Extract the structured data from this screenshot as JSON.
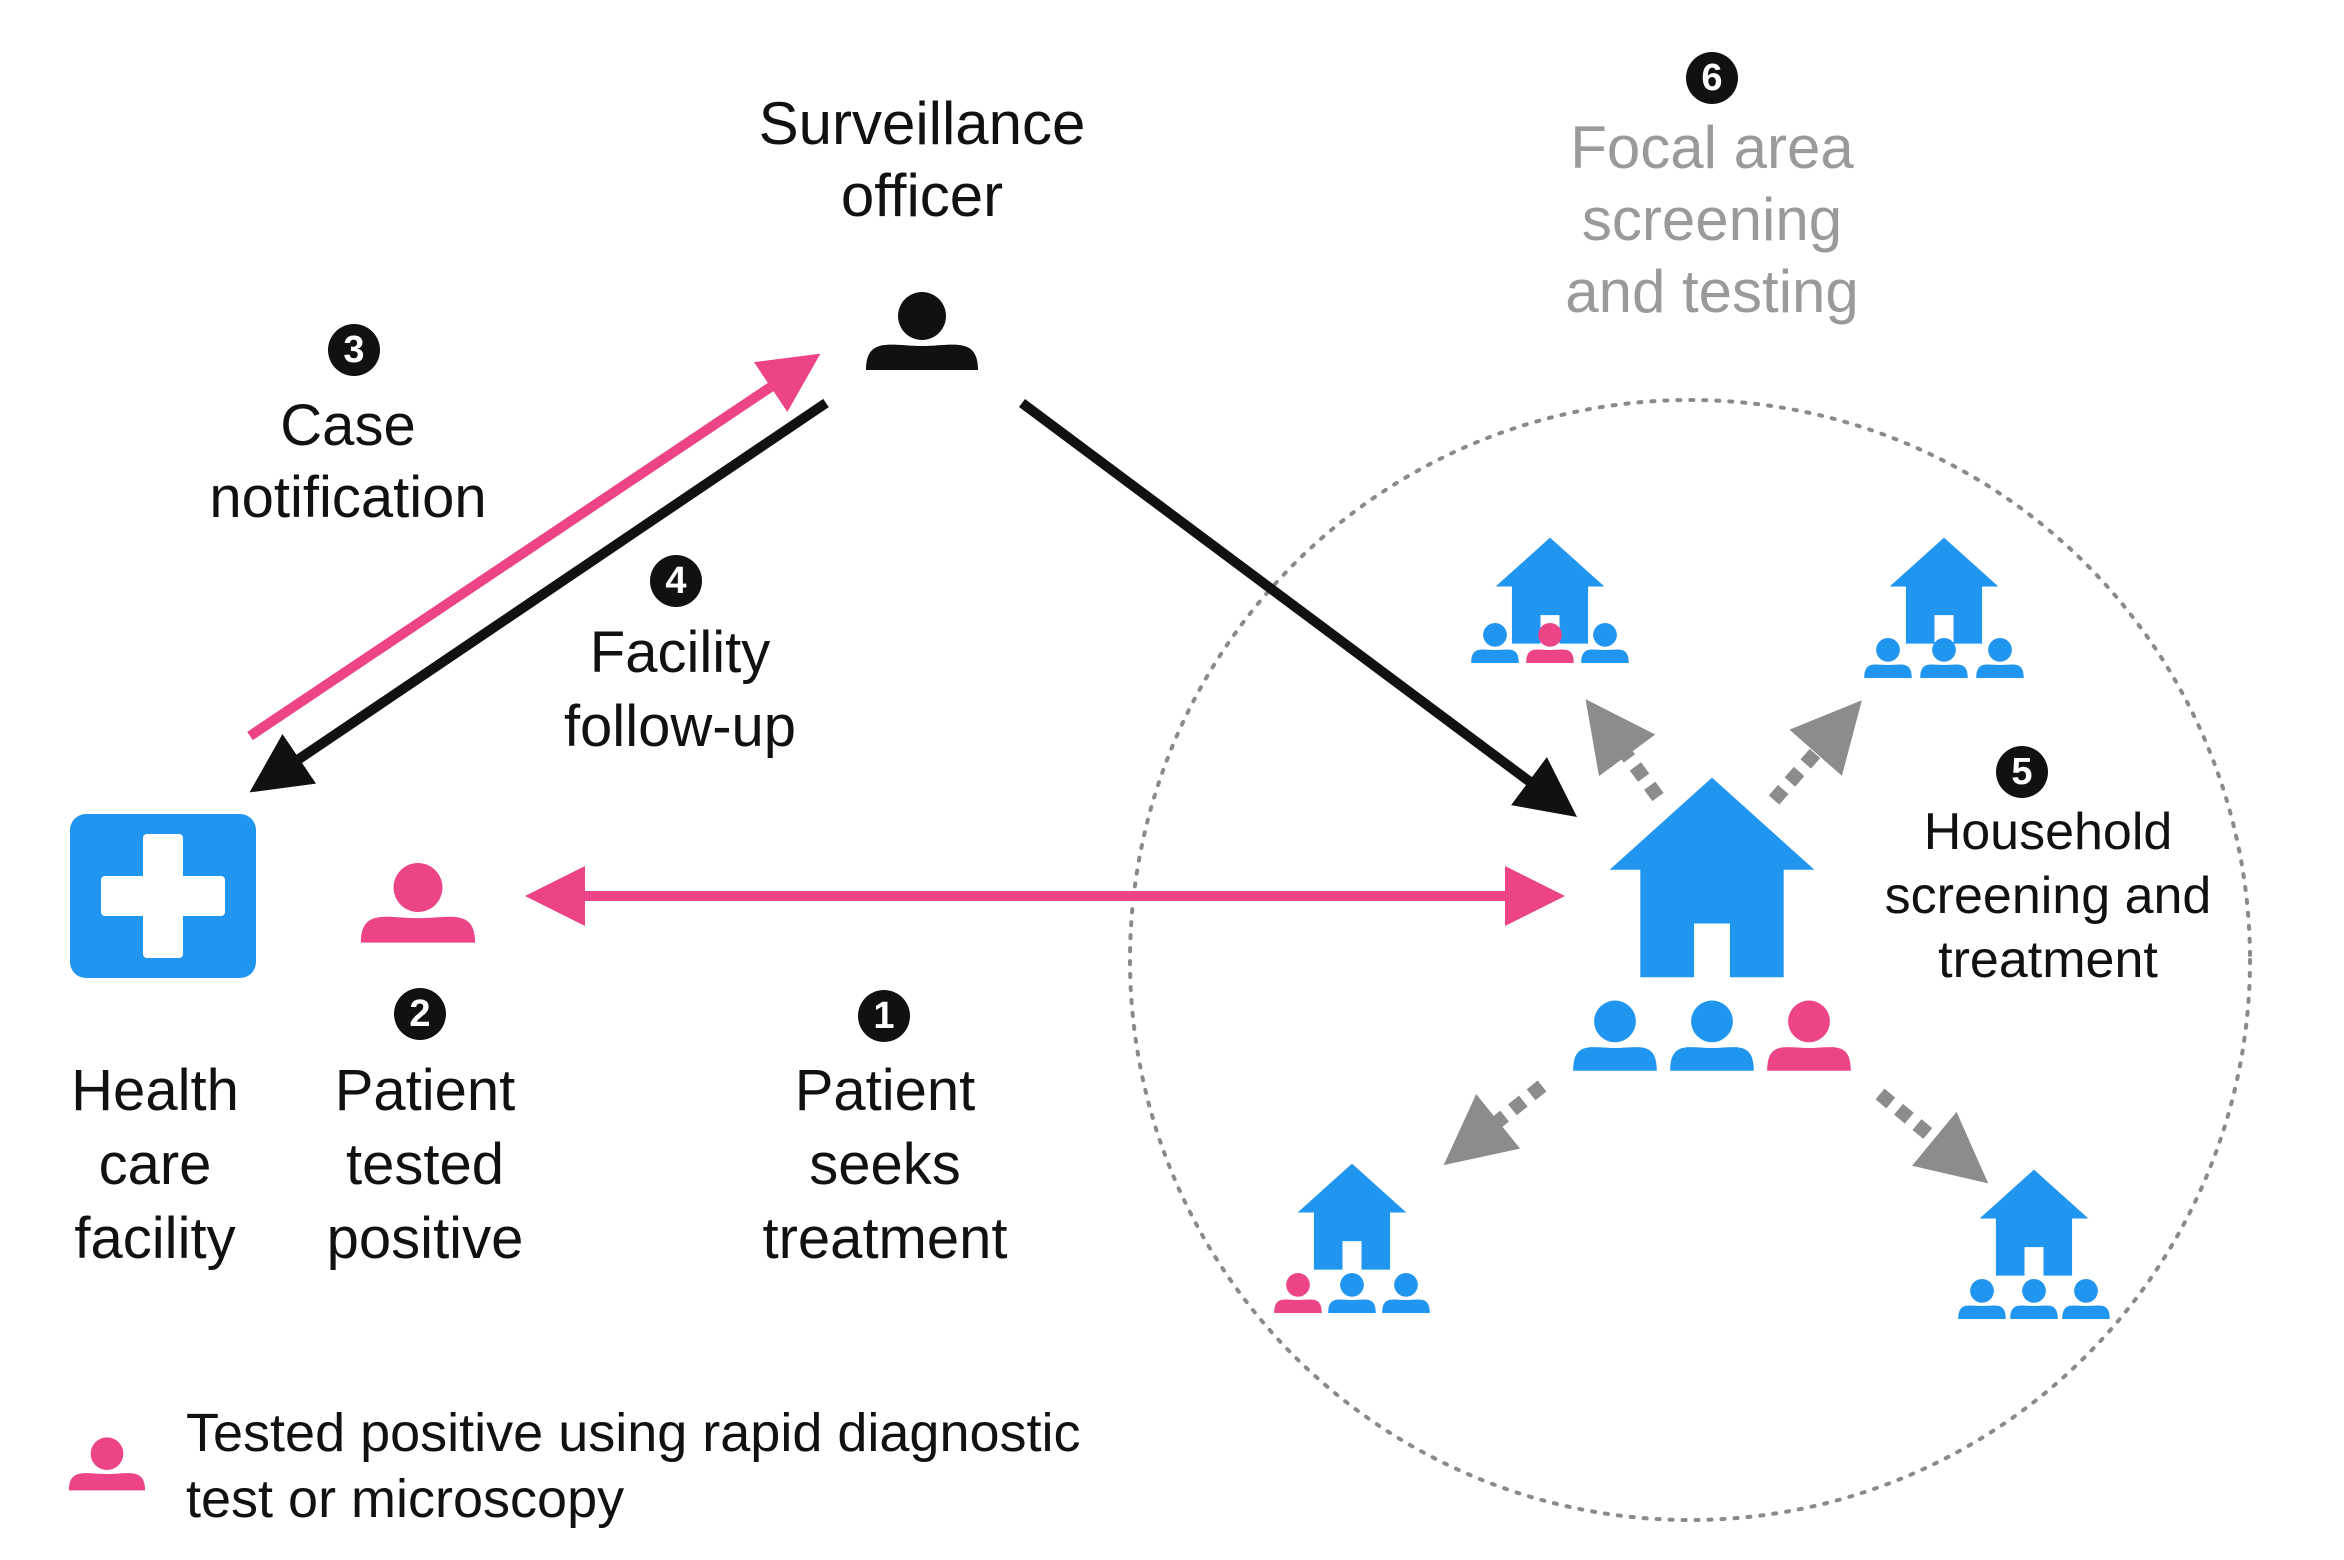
{
  "colors": {
    "blue": "#2196f0",
    "pink": "#ec4486",
    "black": "#111111",
    "gray_arrow": "#8c8c8c",
    "gray_text": "#9a9a9a",
    "circle_dots": "#8a8a8a"
  },
  "nodes": {
    "surveillance_officer": {
      "lines": [
        "Surveillance",
        "officer"
      ],
      "icon": "person-icon"
    },
    "health_care_facility": {
      "lines": [
        "Health",
        "care",
        "facility"
      ],
      "icon": "medical-cross-icon"
    },
    "patient": {
      "lines": [
        "Patient",
        "tested",
        "positive"
      ],
      "icon": "person-icon"
    },
    "household": {
      "icon": "house-icon"
    }
  },
  "steps": [
    {
      "number": "1",
      "lines": [
        "Patient",
        "seeks",
        "treatment"
      ]
    },
    {
      "number": "2"
    },
    {
      "number": "3",
      "lines": [
        "Case",
        "notification"
      ]
    },
    {
      "number": "4",
      "lines": [
        "Facility",
        "follow-up"
      ]
    },
    {
      "number": "5",
      "lines": [
        "Household",
        "screening and",
        "treatment"
      ]
    },
    {
      "number": "6",
      "lines": [
        "Focal area",
        "screening",
        "and testing"
      ]
    }
  ],
  "legend": {
    "icon": "person-icon",
    "lines": [
      "Tested positive using rapid diagnostic",
      "test or microscopy"
    ]
  }
}
